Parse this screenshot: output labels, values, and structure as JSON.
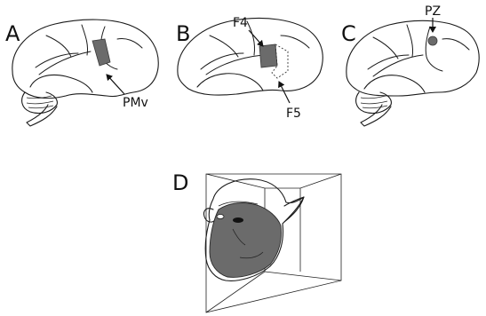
{
  "panels": {
    "A": {
      "letter": "A",
      "region_label": "PMv"
    },
    "B": {
      "letter": "B",
      "region_label_upper": "F4",
      "region_label_lower": "F5"
    },
    "C": {
      "letter": "C",
      "region_label": "PZ"
    },
    "D": {
      "letter": "D"
    }
  },
  "colors": {
    "region_fill": "#6b6b6b",
    "outline": "#1a1a1a",
    "background": "#ffffff"
  }
}
